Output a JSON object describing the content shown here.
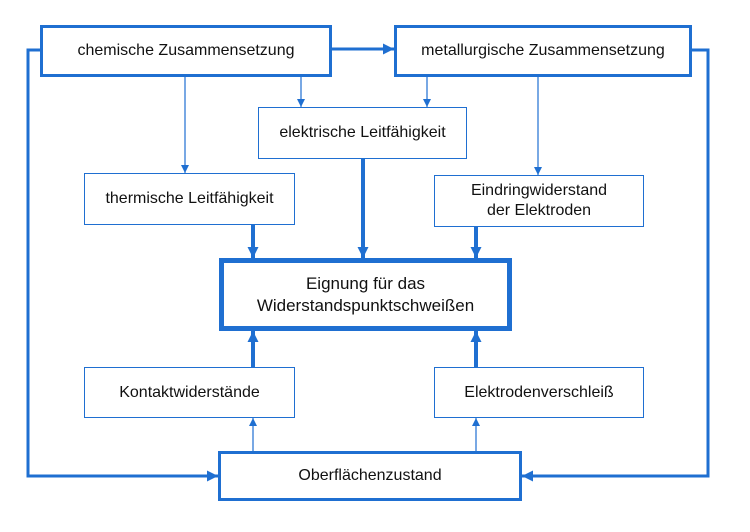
{
  "colors": {
    "accent": "#1f6fd1",
    "text": "#111111",
    "background": "#ffffff"
  },
  "nodes": {
    "chemical": "chemische Zusammensetzung",
    "metallurgical": "metallurgische Zusammensetzung",
    "electrical": "elektrische Leitfähigkeit",
    "thermal": "thermische Leitfähigkeit",
    "indentation_line1": "Eindringwiderstand",
    "indentation_line2": "der Elektroden",
    "suitability_line1": "Eignung für das",
    "suitability_line2": "Widerstandspunktschweißen",
    "contact": "Kontaktwiderstände",
    "wear": "Elektrodenverschleiß",
    "surface": "Oberflächenzustand"
  }
}
